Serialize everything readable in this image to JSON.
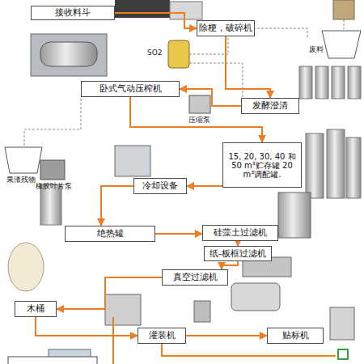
{
  "diagram": {
    "nodes": [
      {
        "text": [
          "接收料斗"
        ]
      },
      {
        "text": [
          "除梗，破碎机"
        ]
      },
      {
        "text": [
          "卧式气动压榨机"
        ]
      },
      {
        "text": [
          "发酵澄清"
        ]
      },
      {
        "text": [
          "15, 20, 30, 40 和 50 m³贮存罐 20 m³调配罐."
        ]
      },
      {
        "text": [
          "冷却设备"
        ]
      },
      {
        "text": [
          "绝热罐"
        ]
      },
      {
        "text": [
          "硅藻土过滤机"
        ]
      },
      {
        "text": [
          "纸-板框过滤机"
        ]
      },
      {
        "text": [
          "真空过滤机"
        ]
      },
      {
        "text": [
          "木桶"
        ]
      },
      {
        "text": [
          "灌装机"
        ]
      },
      {
        "text": [
          "贴标机"
        ]
      }
    ],
    "edges": [
      {
        "from": 0,
        "to": 1,
        "arrow": "to"
      },
      {
        "from": 1,
        "to": 3,
        "arrow": "to"
      },
      {
        "from": 3,
        "to": 2,
        "arrow": "to"
      },
      {
        "from": 2,
        "to": 4,
        "arrow": "to"
      },
      {
        "from": 4,
        "to": 5,
        "arrow": "to"
      },
      {
        "from": 5,
        "to": 6,
        "arrow": "to"
      },
      {
        "from": 6,
        "to": 7,
        "arrow": "to"
      },
      {
        "from": 7,
        "to": 8,
        "arrow": "to"
      },
      {
        "from": 8,
        "to": 9,
        "arrow": "to"
      },
      {
        "from": 9,
        "to": 10,
        "arrow": "to"
      },
      {
        "from": 10,
        "to": 11,
        "arrow": "to"
      },
      {
        "from": 11,
        "to": 12,
        "arrow": "to"
      }
    ],
    "labels": [
      "废料",
      "SO2",
      "压缩泵",
      "果渣残物",
      "橡胶叶片泵"
    ]
  }
}
